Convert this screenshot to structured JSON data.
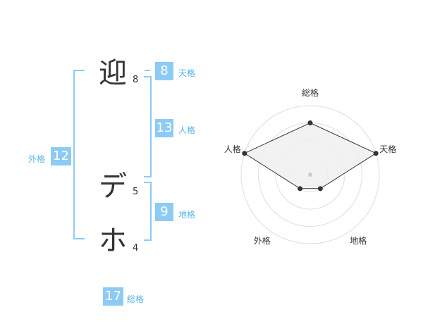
{
  "characters": [
    {
      "char": "迎",
      "strokes": "8"
    },
    {
      "char": "デ",
      "strokes": "5"
    },
    {
      "char": "ホ",
      "strokes": "4"
    }
  ],
  "kakusu": {
    "tenkaku": {
      "value": "8",
      "label": "天格"
    },
    "jinkaku": {
      "value": "13",
      "label": "人格"
    },
    "chikaku": {
      "value": "9",
      "label": "地格"
    },
    "gaikaku": {
      "value": "12",
      "label": "外格"
    },
    "soukaku": {
      "value": "17",
      "label": "総格"
    }
  },
  "colors": {
    "accent": "#8dcbf5",
    "label": "#59b3e8",
    "text": "#333333"
  },
  "chart_data": {
    "type": "radar",
    "axes": [
      "総格",
      "天格",
      "地格",
      "外格",
      "人格"
    ],
    "values": [
      3,
      4,
      1,
      1,
      4
    ],
    "max": 4
  }
}
